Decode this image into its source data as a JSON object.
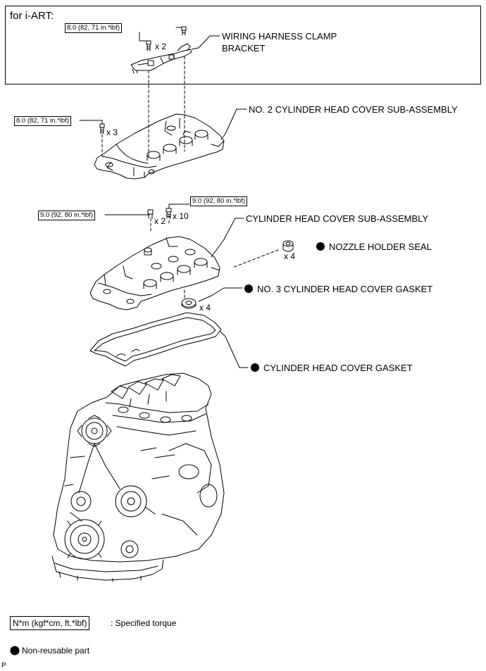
{
  "iart_box": {
    "title": "for i-ART:"
  },
  "torques": {
    "t_bracket": "8.0 (82, 71 in.*lbf)",
    "t_no2": "8.0 (82, 71 in.*lbf)",
    "t_left": "9.0 (92, 80 in.*lbf)",
    "t_top": "9.0 (92, 80 in.*lbf)"
  },
  "quantities": {
    "q_bracket": "x 2",
    "q_no2": "x 3",
    "q_x2": "x 2",
    "q_x10": "x 10",
    "q_nozzle": "x 4",
    "q_gasket3": "x 4"
  },
  "labels": {
    "wiring_line1": "WIRING HARNESS CLAMP",
    "wiring_line2": "BRACKET",
    "no2_cover": "NO. 2 CYLINDER HEAD COVER SUB-ASSEMBLY",
    "cover": "CYLINDER HEAD COVER SUB-ASSEMBLY",
    "nozzle_seal": "NOZZLE HOLDER SEAL",
    "no3_gasket": "NO. 3 CYLINDER HEAD COVER GASKET",
    "cover_gasket": "CYLINDER HEAD COVER GASKET"
  },
  "legend": {
    "unit_box": "N*m (kgf*cm, ft.*lbf)",
    "unit_desc": ": Specified torque",
    "nonreusable": "Non-reusable part"
  },
  "corner_code": "P"
}
